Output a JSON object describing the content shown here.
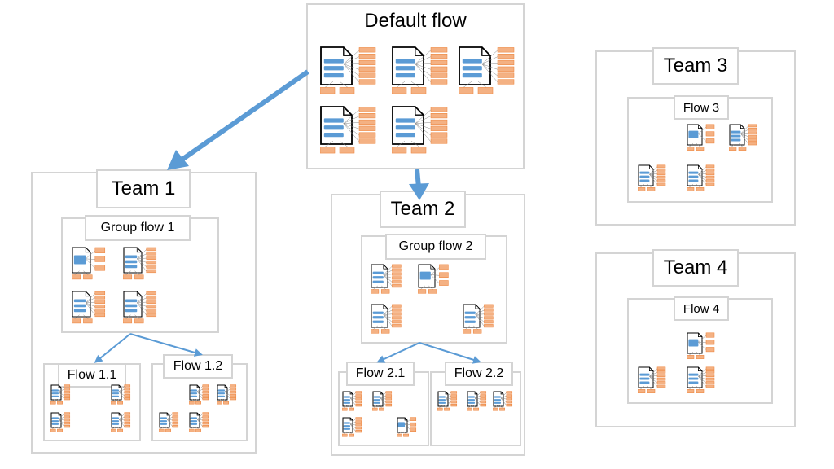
{
  "default_flow": {
    "title": "Default flow"
  },
  "team1": {
    "title": "Team 1",
    "group": "Group flow 1",
    "flow_a": "Flow 1.1",
    "flow_b": "Flow 1.2"
  },
  "team2": {
    "title": "Team 2",
    "group": "Group flow 2",
    "flow_a": "Flow 2.1",
    "flow_b": "Flow 2.2"
  },
  "team3": {
    "title": "Team 3",
    "flow": "Flow 3"
  },
  "team4": {
    "title": "Team 4",
    "flow": "Flow 4"
  },
  "colors": {
    "box_border": "#d4d4d4",
    "arrow": "#5b9bd5",
    "doc_line": "#5b9bd5",
    "tag": "#f4b183",
    "tag_border": "#ed7d31"
  },
  "icons": {
    "document": "document-icon"
  }
}
